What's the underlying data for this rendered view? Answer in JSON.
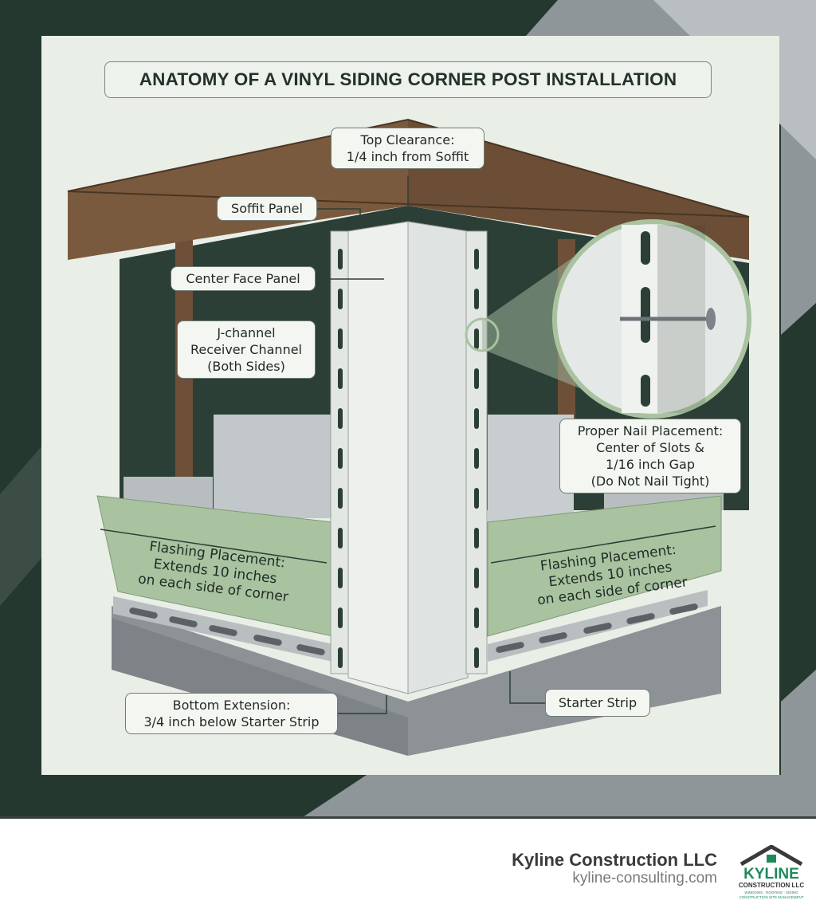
{
  "title": "ANATOMY OF A VINYL SIDING CORNER POST INSTALLATION",
  "labels": {
    "top_clearance": [
      "Top Clearance:",
      "1/4 inch from Soffit"
    ],
    "soffit_panel": "Soffit Panel",
    "center_face_panel": "Center Face Panel",
    "j_channel": [
      "J-channel",
      "Receiver Channel",
      "(Both Sides)"
    ],
    "nail_placement": [
      "Proper Nail Placement:",
      "Center of Slots &",
      "1/16 inch Gap",
      "(Do Not Nail Tight)"
    ],
    "flashing_left": [
      "Flashing Placement:",
      "Extends 10 inches",
      "on each side of corner"
    ],
    "flashing_right": [
      "Flashing Placement:",
      "Extends 10 inches",
      "on each side of corner"
    ],
    "bottom_extension": [
      "Bottom Extension:",
      "3/4 inch below Starter Strip"
    ],
    "starter_strip": "Starter Strip"
  },
  "footer": {
    "company": "Kyline Construction LLC",
    "website": "kyline-consulting.com",
    "logo_text": [
      "KYLINE",
      "CONSTRUCTION LLC",
      "WINDOWS · ROOFING · SIDING",
      "CONSTRUCTION SITE MANAGEMENT"
    ]
  },
  "colors": {
    "background_dark": "#253830",
    "panel": "#e9eee6",
    "soffit_brown": "#7a5a3e",
    "flashing_green": "#a9c3a0",
    "accent_green": "#1e8a5a"
  }
}
